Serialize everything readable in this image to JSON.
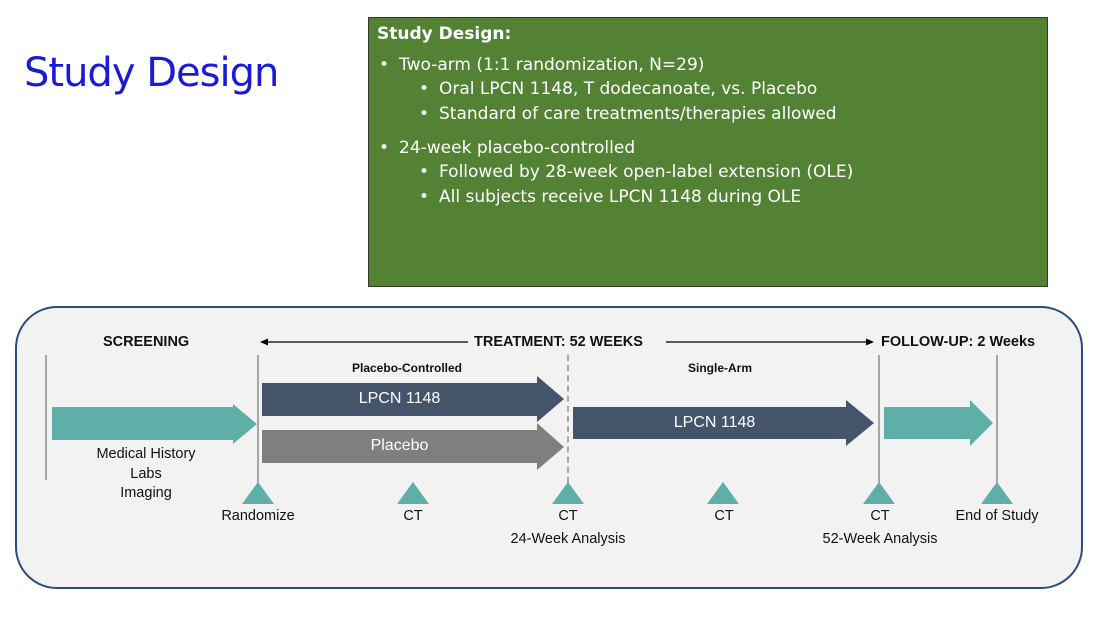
{
  "title": "Study Design",
  "design_box": {
    "heading": "Study Design:",
    "groups": [
      {
        "item": "Two-arm (1:1 randomization, N=29)",
        "subitems": [
          "Oral LPCN 1148, T dodecanoate, vs. Placebo",
          "Standard of care treatments/therapies allowed"
        ]
      },
      {
        "item": "24-week placebo-controlled",
        "subitems": [
          "Followed by 28-week open-label extension (OLE)",
          "All subjects receive LPCN 1148 during OLE"
        ]
      }
    ],
    "background_color": "#548235"
  },
  "timeline": {
    "phases": {
      "screening": "SCREENING",
      "treatment": "TREATMENT: 52 WEEKS",
      "follow_up": "FOLLOW-UP: 2 Weeks"
    },
    "subphases": {
      "placebo_controlled": "Placebo-Controlled",
      "single_arm": "Single-Arm"
    },
    "screening_activities": [
      "Medical History",
      "Labs",
      "Imaging"
    ],
    "arrows": {
      "lpcn_pc": "LPCN 1148",
      "placebo": "Placebo",
      "lpcn_sa": "LPCN 1148"
    },
    "milestones": [
      {
        "label": "Randomize",
        "sublabel": ""
      },
      {
        "label": "CT",
        "sublabel": ""
      },
      {
        "label": "CT",
        "sublabel": "24-Week Analysis"
      },
      {
        "label": "CT",
        "sublabel": ""
      },
      {
        "label": "CT",
        "sublabel": "52-Week Analysis"
      },
      {
        "label": "End of Study",
        "sublabel": ""
      }
    ],
    "colors": {
      "teal": "#5fafa8",
      "navy": "#44546a",
      "gray": "#7f7f7f",
      "border": "#2f4b7c"
    }
  }
}
